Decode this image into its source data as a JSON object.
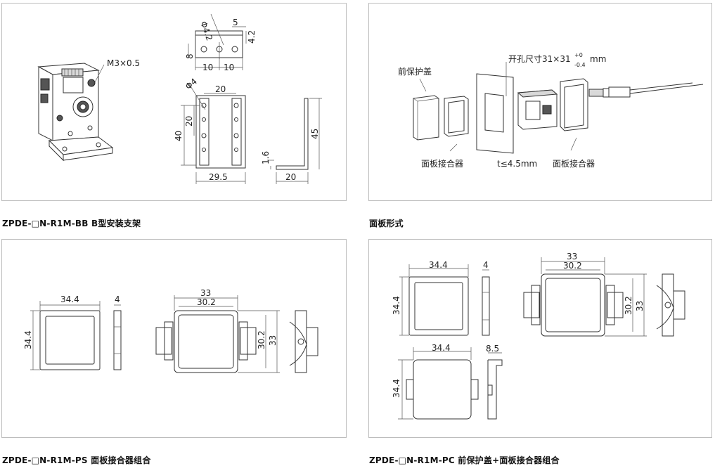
{
  "panels": {
    "p1": {
      "caption": "ZPDE-□N-R1M-BB  B型安装支架",
      "labels": {
        "thread": "M3×0.5",
        "hole_dia": "Φ4.2",
        "dim_5": "5",
        "dim_4_2": "4.2",
        "dim_8": "8",
        "dim_10a": "10",
        "dim_10b": "10",
        "hole_dia_4": "Φ4",
        "dim_20_top": "20",
        "dim_20_side": "20",
        "dim_40": "40",
        "dim_29_5": "29.5",
        "dim_1_6": "1.6",
        "dim_45": "45",
        "dim_20_base": "20"
      }
    },
    "p2": {
      "caption": "面板形式",
      "labels": {
        "front_cover": "前保护盖",
        "cutout": "开孔尺寸31×31",
        "tol_plus": "+0",
        "tol_minus": "-0.4",
        "unit": "mm",
        "adapter_left": "面板接合器",
        "thickness": "t≤4.5mm",
        "adapter_right": "面板接合器"
      }
    },
    "p3": {
      "caption": "ZPDE-□N-R1M-PS  面板接合器组合",
      "labels": {
        "dim_34_4_w": "34.4",
        "dim_4": "4",
        "dim_34_4_h": "34.4",
        "dim_33": "33",
        "dim_30_2": "30.2",
        "dim_30_2_v": "30.2",
        "dim_33_v": "33"
      }
    },
    "p4": {
      "caption": "ZPDE-□N-R1M-PC  前保护盖+面板接合器组合",
      "labels": {
        "dim_34_4_w": "34.4",
        "dim_4": "4",
        "dim_34_4_h": "34.4",
        "dim_33": "33",
        "dim_30_2": "30.2",
        "dim_30_2_v": "30.2",
        "dim_33_v": "33",
        "dim_34_4_w2": "34.4",
        "dim_8_5": "8.5",
        "dim_34_4_h2": "34.4"
      }
    }
  }
}
